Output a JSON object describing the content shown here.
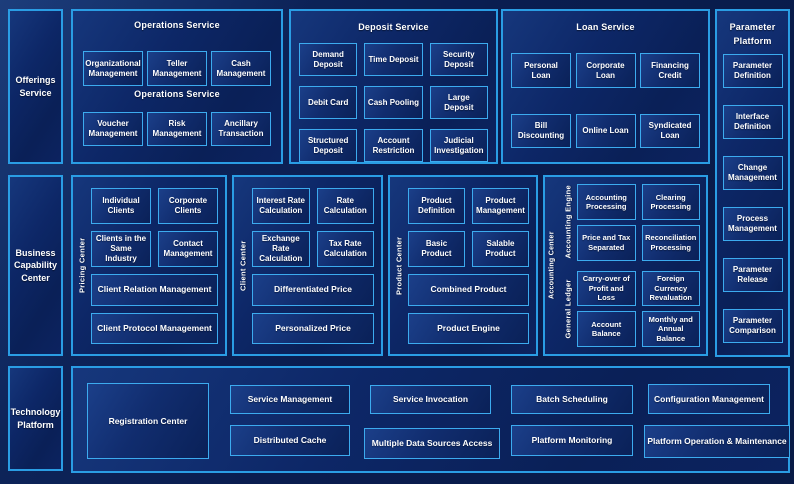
{
  "colors": {
    "background": "#0a1d50",
    "panel_border": "#2a9de4",
    "box_border": "#3cabef",
    "text": "#ffffff"
  },
  "left_rail": {
    "offerings": "Offerings Service",
    "business": "Business Capability Center",
    "technology": "Technology Platform"
  },
  "operations": {
    "title": "Operations Service",
    "mid_label": "Operations Service",
    "row1": [
      "Organizational Management",
      "Teller Management",
      "Cash Management"
    ],
    "row2": [
      "Voucher Management",
      "Risk Management",
      "Ancillary Transaction"
    ]
  },
  "deposit": {
    "title": "Deposit Service",
    "boxes": [
      "Demand Deposit",
      "Time Deposit",
      "Security Deposit",
      "Debit Card",
      "Cash Pooling",
      "Large Deposit",
      "Structured Deposit",
      "Account Restriction",
      "Judicial Investigation"
    ]
  },
  "loan": {
    "title": "Loan Service",
    "row1": [
      "Personal Loan",
      "Corporate Loan",
      "Financing Credit"
    ],
    "row2": [
      "Bill Discounting",
      "Online Loan",
      "Syndicated Loan"
    ]
  },
  "parameter_platform": {
    "title": "Parameter Platform",
    "boxes": [
      "Parameter Definition",
      "Interface Definition",
      "Change Management",
      "Process Management",
      "Parameter Release",
      "Parameter Comparison"
    ]
  },
  "pricing_center": {
    "label": "Pricing Center",
    "small": [
      "Individual Clients",
      "Corporate Clients",
      "Clients in the Same Industry",
      "Contact Management"
    ],
    "wide": [
      "Client Relation Management",
      "Client Protocol Management"
    ]
  },
  "client_center": {
    "label": "Client Center",
    "small": [
      "Interest Rate Calculation",
      "Rate Calculation",
      "Exchange Rate Calculation",
      "Tax Rate Calculation"
    ],
    "wide": [
      "Differentiated Price",
      "Personalized Price"
    ]
  },
  "product_center": {
    "label": "Product Center",
    "small": [
      "Product Definition",
      "Product Management",
      "Basic Product",
      "Salable Product"
    ],
    "wide": [
      "Combined Product",
      "Product Engine"
    ]
  },
  "accounting_center": {
    "label": "Accounting Center",
    "engine": {
      "label": "Accounting Engine",
      "boxes": [
        "Accounting Processing",
        "Clearing Processing",
        "Price and Tax Separated",
        "Reconciliation Processing"
      ]
    },
    "ledger": {
      "label": "General Ledger",
      "boxes": [
        "Carry-over of Profit and Loss",
        "Foreign Currency Revaluation",
        "Account Balance",
        "Monthly and Annual Balance"
      ]
    }
  },
  "technology": {
    "registration": "Registration Center",
    "row1": [
      "Service Management",
      "Service Invocation",
      "Batch Scheduling",
      "Configuration Management"
    ],
    "row2": [
      "Distributed Cache",
      "Multiple Data Sources Access",
      "Platform Monitoring",
      "Platform Operation & Maintenance"
    ]
  }
}
